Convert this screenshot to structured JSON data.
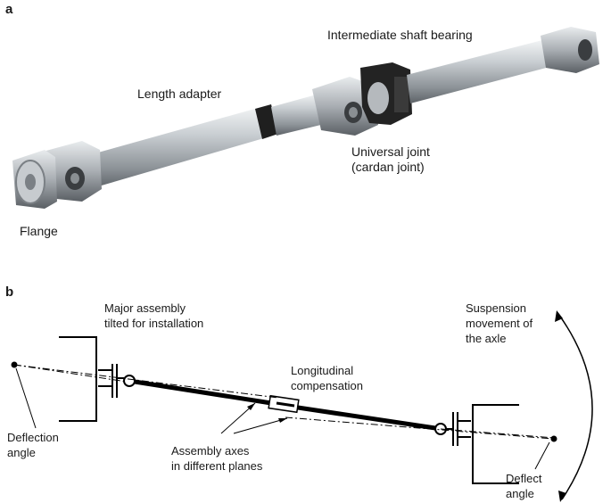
{
  "panel_a": {
    "letter": "a",
    "labels": {
      "flange": "Flange",
      "length_adapter": "Length adapter",
      "intermediate_bearing": "Intermediate shaft bearing",
      "universal_joint_line1": "Universal joint",
      "universal_joint_line2": "(cardan joint)"
    }
  },
  "panel_b": {
    "letter": "b",
    "labels": {
      "major_assembly_line1": "Major assembly",
      "major_assembly_line2": "tilted for installation",
      "suspension_line1": "Suspension",
      "suspension_line2": "movement of",
      "suspension_line3": "the axle",
      "longitudinal_line1": "Longitudinal",
      "longitudinal_line2": "compensation",
      "deflection_line1": "Deflection",
      "deflection_line2": "angle",
      "assembly_axes_line1": "Assembly axes",
      "assembly_axes_line2": "in different planes",
      "deflect_line1": "Deflect",
      "deflect_line2": "angle"
    }
  },
  "colors": {
    "shaft_metal": "#b9bec3",
    "shaft_dark": "#6f757a",
    "rubber": "#2a2a2a",
    "line": "#000000"
  }
}
